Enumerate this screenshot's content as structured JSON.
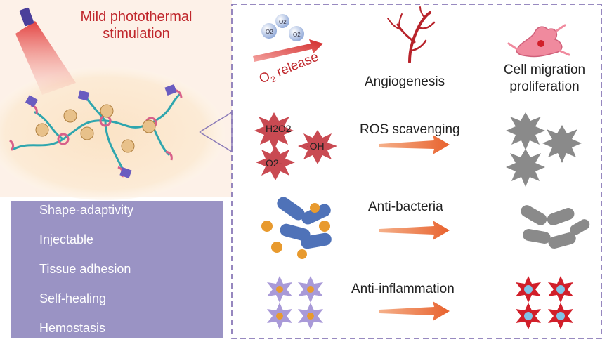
{
  "left_panel": {
    "title_line1": "Mild photothermal",
    "title_line2": "stimulation"
  },
  "properties": [
    "Shape-adaptivity",
    "Injectable",
    "Tissue adhesion",
    "Self-healing",
    "Hemostasis"
  ],
  "top_row": {
    "o2_prefix": "O",
    "o2_sub": "2",
    "o2_suffix": " release",
    "bubble_label": "O2",
    "angiogenesis": "Angiogenesis",
    "cell_line1": "Cell migration",
    "cell_line2": "proliferation"
  },
  "ros": {
    "label": "ROS scavenging",
    "species": [
      "H2O2",
      "·OH",
      "O2-"
    ]
  },
  "bacteria": {
    "label": "Anti-bacteria"
  },
  "inflammation": {
    "label": "Anti-inflammation"
  },
  "colors": {
    "title_red": "#c0282d",
    "panel_purple": "#9a93c4",
    "dash_purple": "#8a7ab8",
    "arrow_orange": "#e8622e",
    "ros_red": "#c94a52",
    "bacteria_blue": "#4f72b8",
    "bacteria_orange": "#e89a2e",
    "gray": "#8a8a8a"
  }
}
